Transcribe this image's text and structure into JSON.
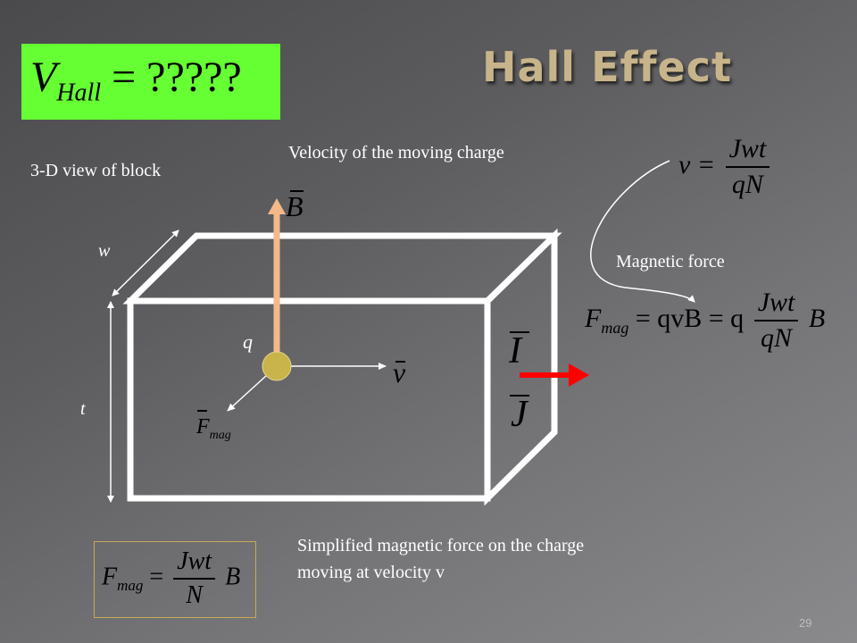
{
  "slide": {
    "title": "Hall Effect",
    "page_number": "29"
  },
  "vhall_equation": {
    "lhs": "V",
    "lhs_sub": "Hall",
    "rhs": "= ?????",
    "box_color": "#66ff33"
  },
  "labels": {
    "block_view": "3-D view of block",
    "velocity": "Velocity of the moving charge",
    "magnetic_force": "Magnetic force",
    "simplified_line1": "Simplified magnetic force on the charge",
    "simplified_line2": "moving at velocity v"
  },
  "diagram": {
    "w_label": "w",
    "t_label": "t",
    "charge_label": "q",
    "b_label": "B",
    "v_label": "v",
    "fmag_label": "F",
    "fmag_sub": "mag",
    "i_label": "I",
    "j_label": "J",
    "b_arrow_color": "#f5b889",
    "current_arrow_color": "#ff0000",
    "charge_color": "#c8b44a"
  },
  "equations": {
    "velocity": {
      "lhs": "v =",
      "num": "Jwt",
      "den": "qN"
    },
    "force": {
      "lhs": "F",
      "sub": "mag",
      "mid": "= qvB = q",
      "num": "Jwt",
      "den": "qN",
      "rhs": "B"
    },
    "simplified": {
      "lhs": "F",
      "sub": "mag",
      "mid": "=",
      "num": "Jwt",
      "den": "N",
      "rhs": "B"
    }
  }
}
